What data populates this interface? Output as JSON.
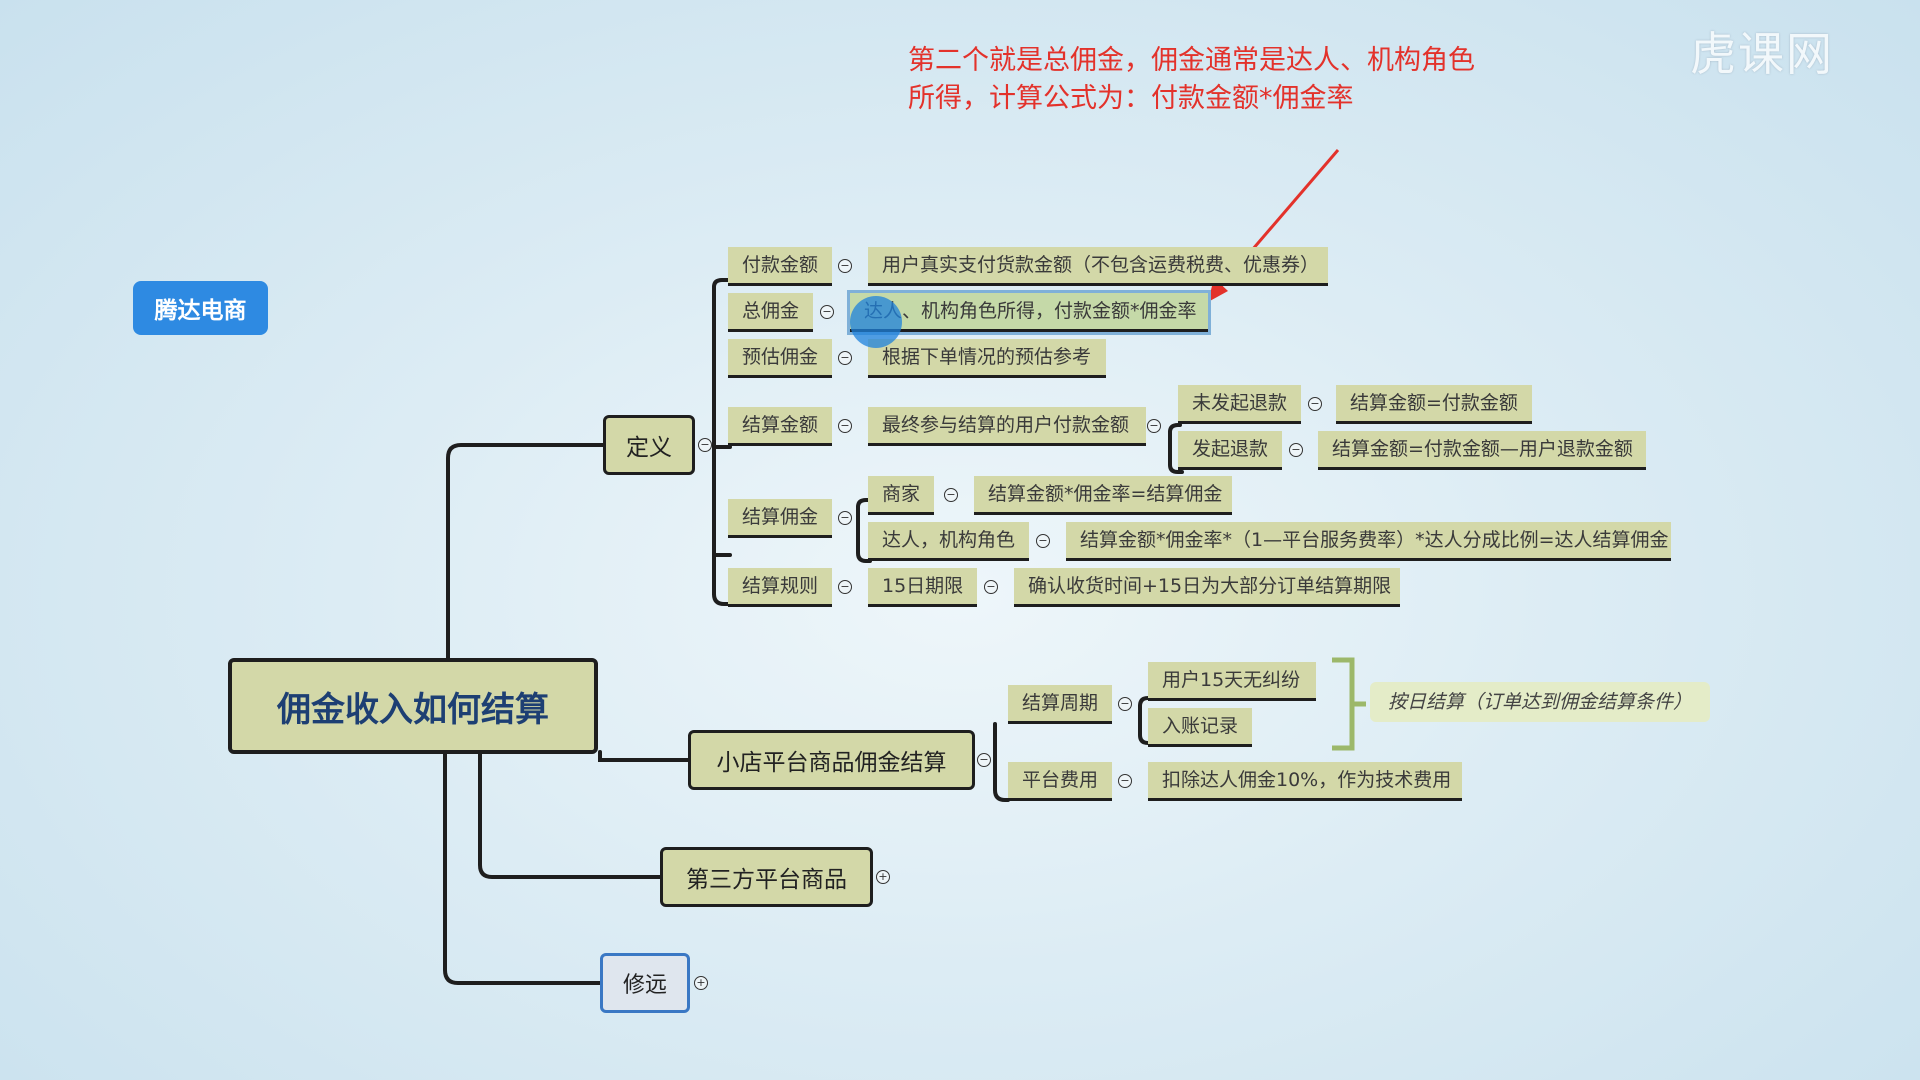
{
  "brand": "腾达电商",
  "watermark": "虎课网",
  "annotation": {
    "line1": "第二个就是总佣金，佣金通常是达人、机构角色",
    "line2": "所得，计算公式为：付款金额*佣金率"
  },
  "root": "佣金收入如何结算",
  "branches": {
    "definition": "定义",
    "shop": "小店平台商品佣金结算",
    "third_party": "第三方平台商品",
    "xiuyuan": "修远"
  },
  "definition_items": {
    "payment_amount": {
      "label": "付款金额",
      "desc": "用户真实支付货款金额（不包含运费税费、优惠券）"
    },
    "total_commission": {
      "label": "总佣金",
      "desc": "达人、机构角色所得，付款金额*佣金率"
    },
    "estimated_commission": {
      "label": "预估佣金",
      "desc": "根据下单情况的预估参考"
    },
    "settlement_amount": {
      "label": "结算金额",
      "desc": "最终参与结算的用户付款金额",
      "no_refund": {
        "label": "未发起退款",
        "desc": "结算金额=付款金额"
      },
      "refund": {
        "label": "发起退款",
        "desc": "结算金额=付款金额—用户退款金额"
      }
    },
    "settlement_commission": {
      "label": "结算佣金",
      "merchant": {
        "label": "商家",
        "desc": "结算金额*佣金率=结算佣金"
      },
      "talent": {
        "label": "达人，机构角色",
        "desc": "结算金额*佣金率*（1—平台服务费率）*达人分成比例=达人结算佣金"
      }
    },
    "settlement_rule": {
      "label": "结算规则",
      "period": "15日期限",
      "desc": "确认收货时间+15日为大部分订单结算期限"
    }
  },
  "shop_items": {
    "cycle": {
      "label": "结算周期",
      "a": "用户15天无纠纷",
      "b": "入账记录",
      "summary": "按日结算（订单达到佣金结算条件）"
    },
    "fee": {
      "label": "平台费用",
      "desc": "扣除达人佣金10%，作为技术费用"
    }
  },
  "colors": {
    "node": "#d3d8a8",
    "line": "#1e1e1e",
    "annotation": "#e3322b",
    "brand": "#2e8ae2",
    "root_text": "#1d3f73"
  }
}
